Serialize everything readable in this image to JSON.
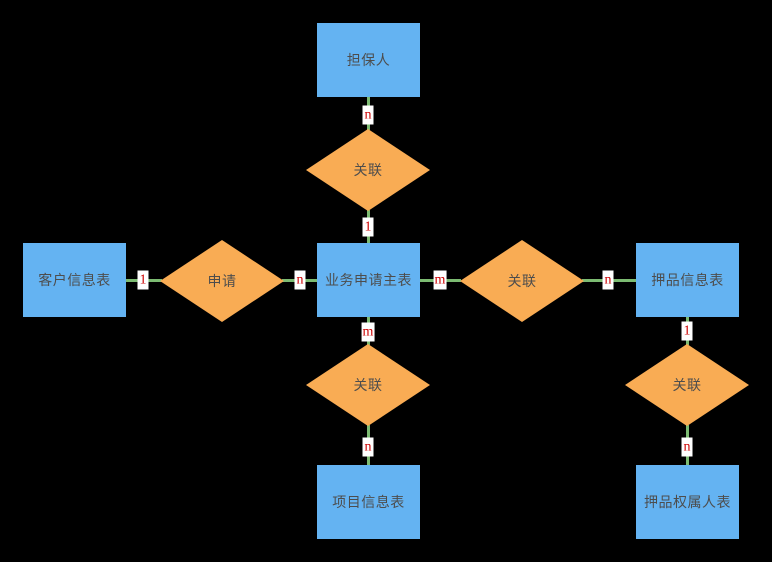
{
  "diagram": {
    "type": "entity-relationship-diagram",
    "background_color": "#000000",
    "entity_color": "#64B3F2",
    "relationship_color": "#F9AC54",
    "connector_color": "#7CBB72",
    "cardinality_text_color": "#CC0000",
    "shape_text_color": "#4D4D4D",
    "entities": {
      "guarantor": "担保人",
      "customer": "客户信息表",
      "main": "业务申请主表",
      "collateral": "押品信息表",
      "project": "项目信息表",
      "owner": "押品权属人表"
    },
    "relationships": {
      "top": "关联",
      "apply": "申请",
      "right": "关联",
      "bottom": "关联",
      "owner": "关联"
    },
    "cardinalities": {
      "guarantor_n": "n",
      "top_1": "1",
      "customer_1": "1",
      "apply_n": "n",
      "main_m": "m",
      "right_n": "n",
      "bottom_m": "m",
      "bottom_n": "n",
      "collateral_1": "1",
      "owner_n": "n"
    },
    "connections": [
      {
        "from": "担保人",
        "relationship": "关联",
        "to": "业务申请主表",
        "from_cardinality": "n",
        "to_cardinality": "1"
      },
      {
        "from": "客户信息表",
        "relationship": "申请",
        "to": "业务申请主表",
        "from_cardinality": "1",
        "to_cardinality": "n"
      },
      {
        "from": "业务申请主表",
        "relationship": "关联",
        "to": "押品信息表",
        "from_cardinality": "m",
        "to_cardinality": "n"
      },
      {
        "from": "业务申请主表",
        "relationship": "关联",
        "to": "项目信息表",
        "from_cardinality": "m",
        "to_cardinality": "n"
      },
      {
        "from": "押品信息表",
        "relationship": "关联",
        "to": "押品权属人表",
        "from_cardinality": "1",
        "to_cardinality": "n"
      }
    ]
  }
}
